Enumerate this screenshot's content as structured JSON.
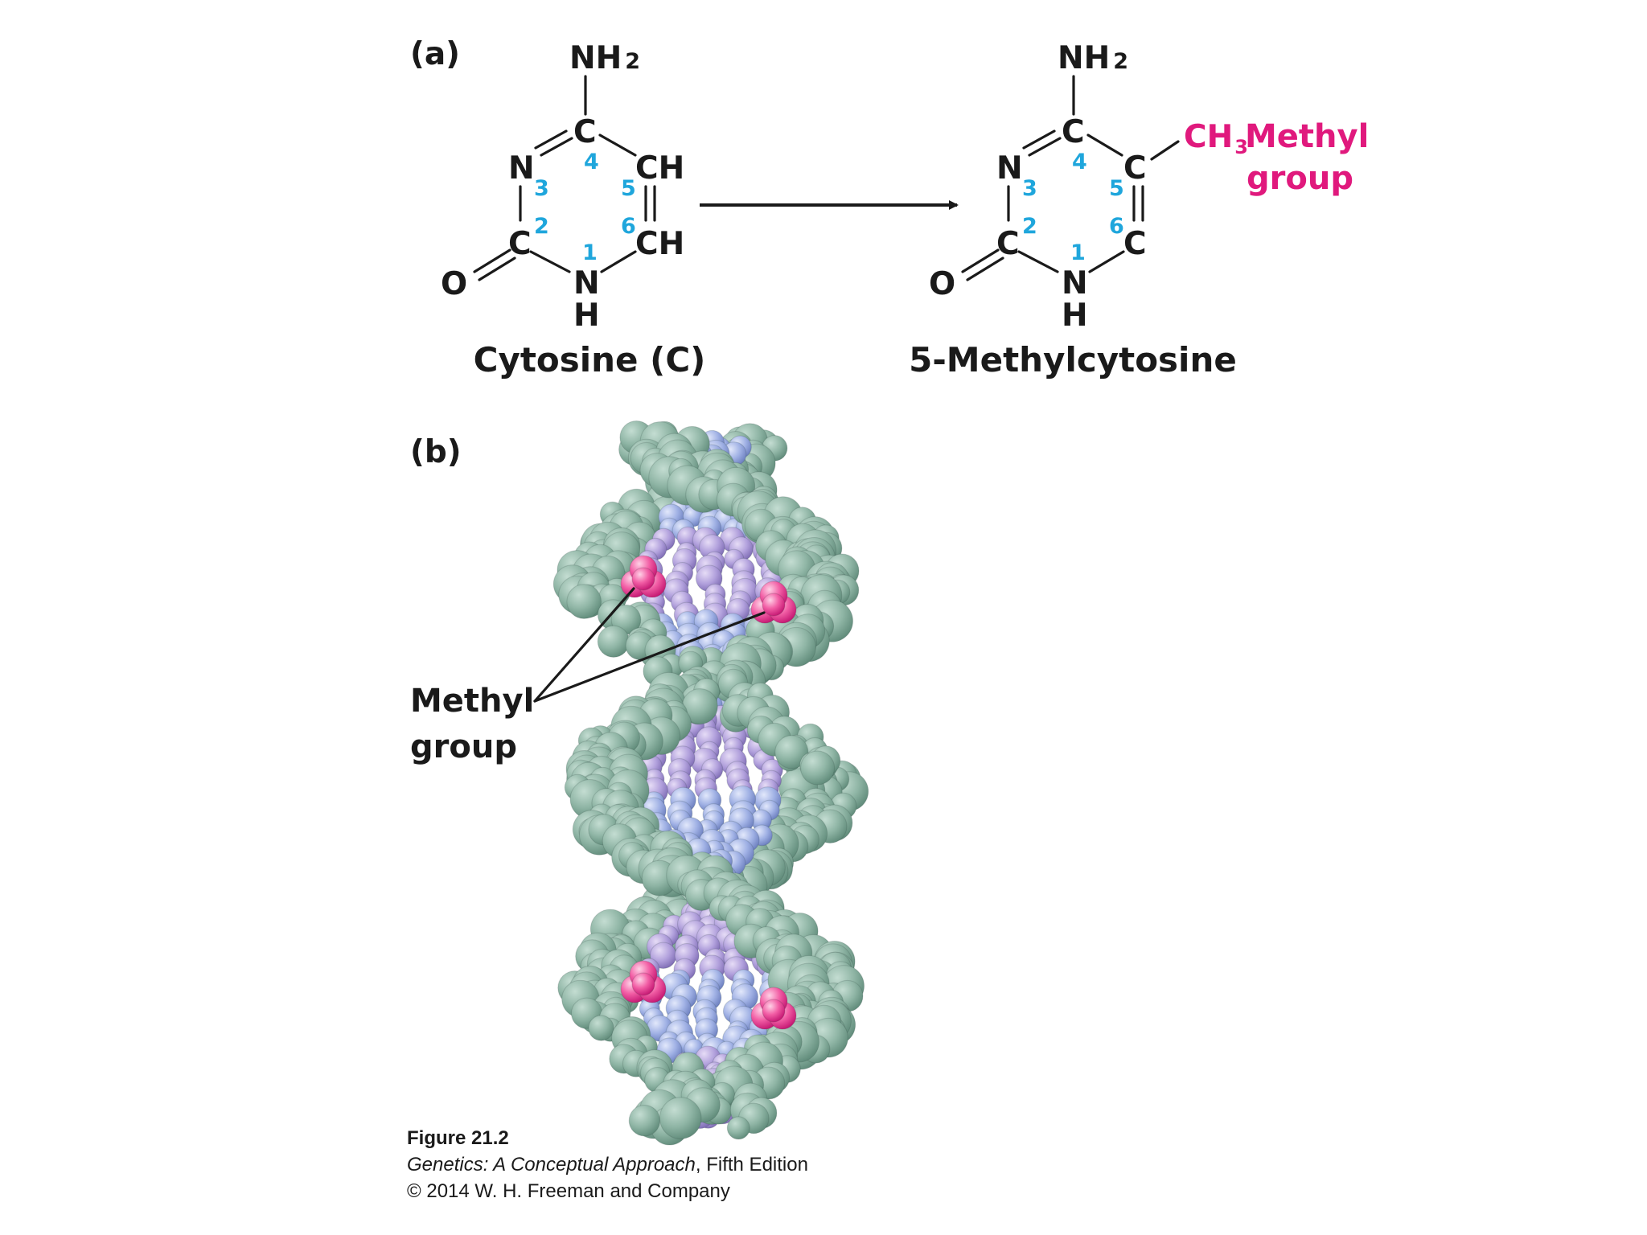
{
  "panel_a": {
    "label": "(a)",
    "cytosine": {
      "name": "Cytosine (C)",
      "nh2": "NH",
      "nh2_sub": "2",
      "atoms": {
        "c4": "C",
        "n3": "N",
        "c5": "CH",
        "c6": "CH",
        "c2": "C",
        "n1": "N",
        "h1": "H",
        "o": "O"
      },
      "ring_numbers": [
        "1",
        "2",
        "3",
        "4",
        "5",
        "6"
      ]
    },
    "methylcytosine": {
      "name": "5-Methylcytosine",
      "nh2": "NH",
      "nh2_sub": "2",
      "atoms": {
        "c4": "C",
        "n3": "N",
        "c5": "C",
        "c6": "C",
        "c2": "C",
        "n1": "N",
        "h1": "H",
        "o": "O"
      },
      "ring_numbers": [
        "1",
        "2",
        "3",
        "4",
        "5",
        "6"
      ],
      "ch3": "CH",
      "ch3_sub": "3",
      "methyl_label_line1": "Methyl",
      "methyl_label_line2": "group"
    }
  },
  "panel_b": {
    "label": "(b)",
    "methyl_label_line1": "Methyl",
    "methyl_label_line2": "group"
  },
  "caption": {
    "figure": "Figure 21.2",
    "book_title": "Genetics: A Conceptual Approach",
    "edition": ", Fifth Edition",
    "copyright": "© 2014 W. H. Freeman and Company"
  },
  "colors": {
    "methyl": "#e0197d",
    "ring_numbers": "#1fa6dc",
    "backbone": "#8fb5a5",
    "base_blue": "#9fb0e4",
    "base_purple": "#b1a0dc"
  }
}
